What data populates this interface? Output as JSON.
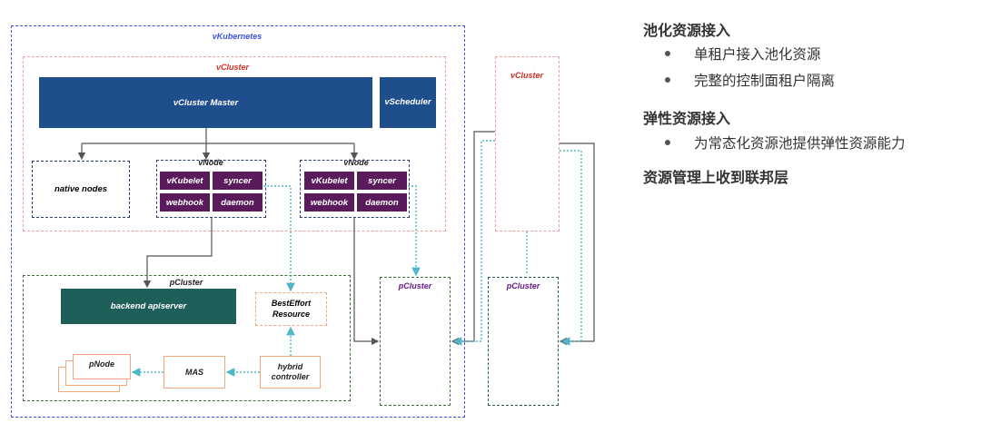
{
  "diagram": {
    "vkubernetes": "vKubernetes",
    "vcluster_inner": "vCluster",
    "vcluster_master": "vCluster Master",
    "vscheduler": "vScheduler",
    "native_nodes": "native nodes",
    "vnode_left": {
      "title": "vNode",
      "items": [
        "vKubelet",
        "syncer",
        "webhook",
        "daemon"
      ]
    },
    "vnode_right": {
      "title": "vNode",
      "items": [
        "vKubelet",
        "syncer",
        "webhook",
        "daemon"
      ]
    },
    "pcluster_main": "pCluster",
    "backend_apiserver": "backend apiserver",
    "besteffort_resource": "BestEffort Resource",
    "pnode": "pNode",
    "mas": "MAS",
    "hybrid_controller": "hybrid controller",
    "pcluster_mid": "pCluster",
    "vcluster_right": "vCluster",
    "pcluster_right": "pCluster"
  },
  "colors": {
    "blue_dash": "#3b50e0",
    "pink_dash": "#f0a0a0",
    "navy": "#1f4e8c",
    "purple": "#5a1b5c",
    "teal": "#1f5f5a",
    "green_dash": "#3f6e3a",
    "orange": "#f2a87a",
    "cyan_arrow": "#4fb8c8",
    "red_label": "#d0302a",
    "purple_label": "#6a1b8a"
  },
  "sections": [
    {
      "heading": "池化资源接入",
      "bullets": [
        "单租户接入池化资源",
        "完整的控制面租户隔离"
      ]
    },
    {
      "heading": "弹性资源接入",
      "bullets": [
        "为常态化资源池提供弹性资源能力"
      ]
    },
    {
      "heading": "资源管理上收到联邦层",
      "bullets": []
    }
  ]
}
